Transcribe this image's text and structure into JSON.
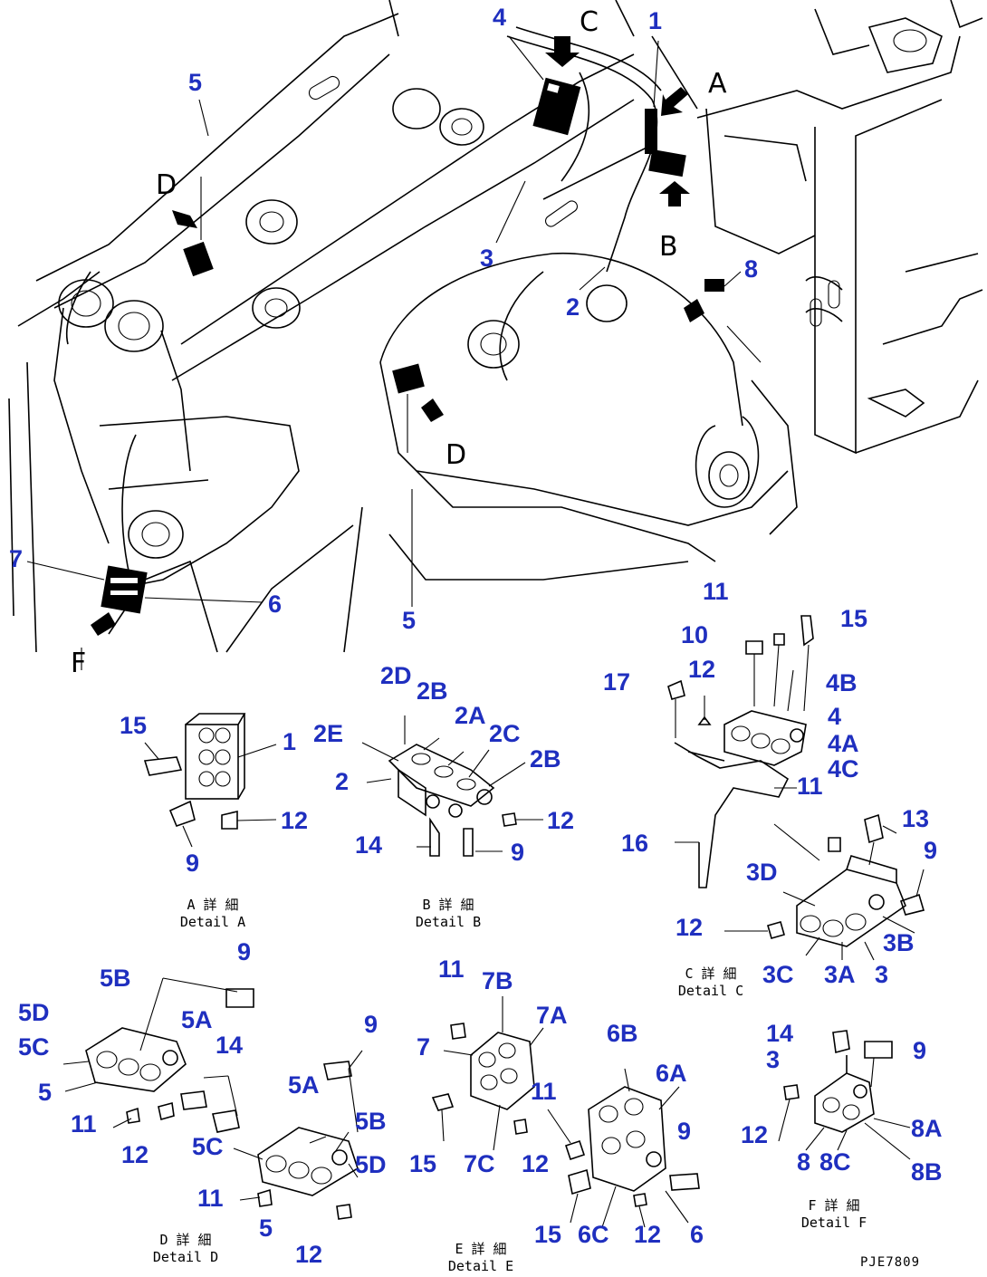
{
  "drawing": {
    "code": "PJE7809",
    "accent_color": "#1f2fbf"
  },
  "view_letters": {
    "a": "A",
    "b": "B",
    "c": "C",
    "d_upper": "D",
    "d_lower": "D",
    "f": "F"
  },
  "details": {
    "a": {
      "jp": "A 詳 細",
      "en": "Detail A"
    },
    "b": {
      "jp": "B 詳 細",
      "en": "Detail B"
    },
    "c": {
      "jp": "C 詳 細",
      "en": "Detail C"
    },
    "d": {
      "jp": "D 詳 細",
      "en": "Detail D"
    },
    "e": {
      "jp": "E 詳 細",
      "en": "Detail E"
    },
    "f": {
      "jp": "F 詳 細",
      "en": "Detail F"
    }
  },
  "callouts": {
    "main": {
      "c4": "4",
      "c1": "1",
      "c5_top": "5",
      "c3": "3",
      "c2": "2",
      "c8": "8",
      "c7": "7",
      "c6": "6",
      "c5_mid": "5"
    },
    "detail_a": {
      "c15": "15",
      "c1": "1",
      "c9": "9",
      "c12": "12"
    },
    "detail_b": {
      "c2d": "2D",
      "c2b_top": "2B",
      "c2a": "2A",
      "c2e": "2E",
      "c2c": "2C",
      "c2b": "2B",
      "c2": "2",
      "c12": "12",
      "c14": "14",
      "c9": "9"
    },
    "detail_c": {
      "c11_top": "11",
      "c15": "15",
      "c10": "10",
      "c17": "17",
      "c12_top": "12",
      "c4b": "4B",
      "c4": "4",
      "c4a": "4A",
      "c4c": "4C",
      "c11_mid": "11",
      "c16": "16",
      "c13": "13",
      "c9": "9",
      "c3d": "3D",
      "c12": "12",
      "c3b": "3B",
      "c3c": "3C",
      "c3a": "3A",
      "c3": "3"
    },
    "detail_d": {
      "c9_a": "9",
      "c5b_a": "5B",
      "c5d_a": "5D",
      "c5a_a": "5A",
      "c5c_a": "5C",
      "c14": "14",
      "c5_a": "5",
      "c11_a": "11",
      "c12_a": "12",
      "c9_b": "9",
      "c5a_b": "5A",
      "c5b_b": "5B",
      "c5c_b": "5C",
      "c5d_b": "5D",
      "c11_b": "11",
      "c5_b": "5",
      "c12_b": "12"
    },
    "detail_e": {
      "c11": "11",
      "c7b": "7B",
      "c7a": "7A",
      "c7": "7",
      "c6b": "6B",
      "c6a": "6A",
      "c11_b": "11",
      "c9": "9",
      "c15": "15",
      "c7c": "7C",
      "c12": "12",
      "c15_b": "15",
      "c6c": "6C",
      "c12_b": "12",
      "c6": "6"
    },
    "detail_f": {
      "c14": "14",
      "c3": "3",
      "c9": "9",
      "c12": "12",
      "c8a": "8A",
      "c8": "8",
      "c8c": "8C",
      "c8b": "8B"
    }
  }
}
